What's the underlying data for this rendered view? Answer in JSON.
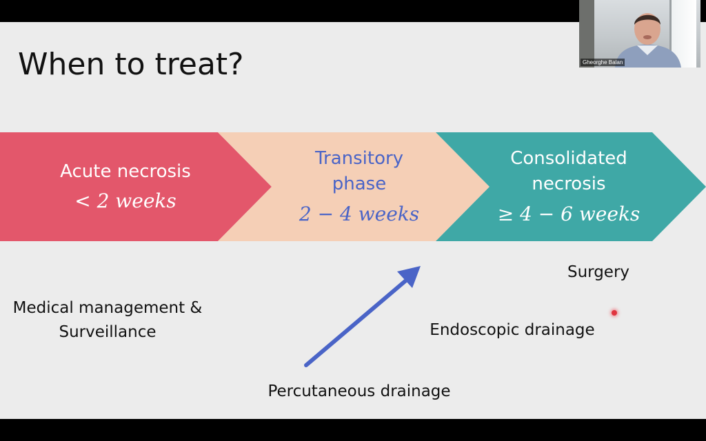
{
  "slide": {
    "title": "When to treat?",
    "phases": [
      {
        "name": "Acute necrosis",
        "range": "< 2 weeks"
      },
      {
        "name": "Transitory\nphase",
        "range": "2 − 4 weeks"
      },
      {
        "name": "Consolidated\nnecrosis",
        "range": "≥ 4 − 6 weeks"
      }
    ],
    "treatments": {
      "medical": "Medical management &\nSurveillance",
      "surgery": "Surgery",
      "endoscopic": "Endoscopic drainage",
      "percutaneous": "Percutaneous drainage"
    }
  },
  "webcam": {
    "participant_name": "Gheorghe Balan"
  },
  "colors": {
    "acute": "#e3576b",
    "transitory": "#f5cfb6",
    "consolidated": "#3fa8a6",
    "arrow": "#4a64c7",
    "slide_background": "#ececec"
  },
  "icons": {
    "trend_arrow": "diagonal-arrow-icon",
    "laser_pointer": "laser-pointer-dot"
  }
}
